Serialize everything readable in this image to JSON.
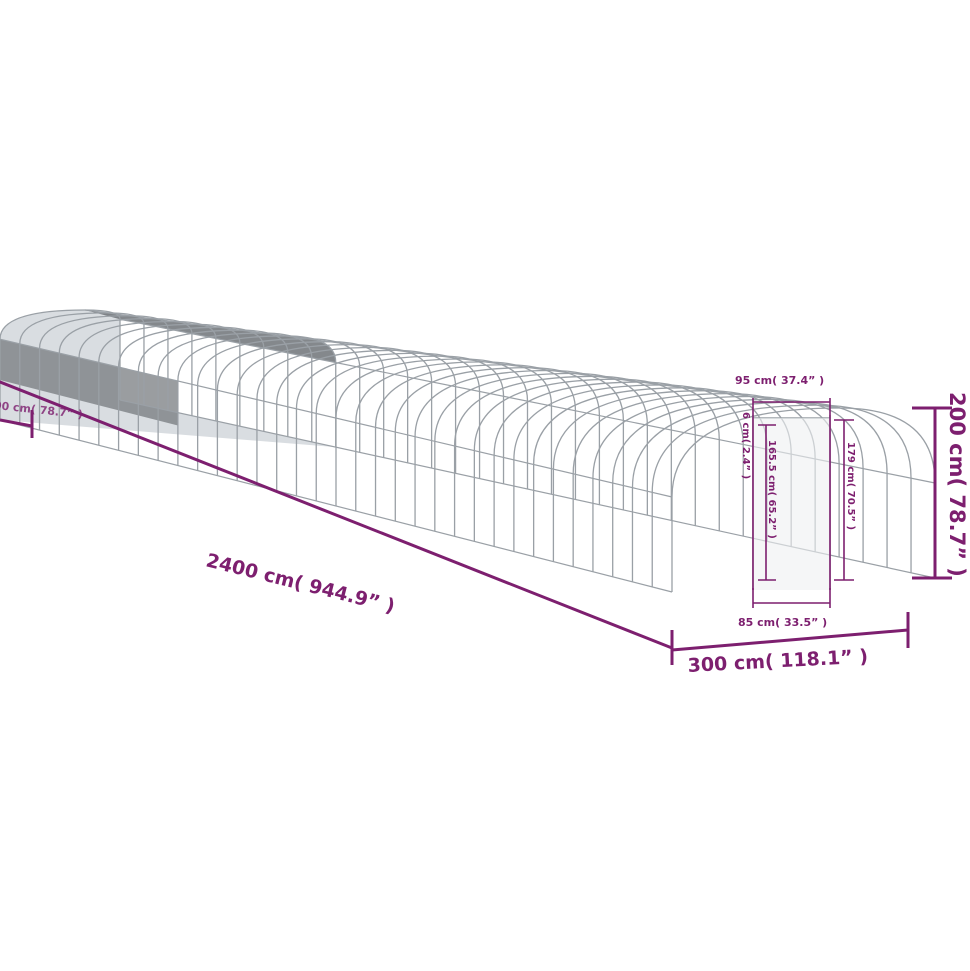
{
  "colors": {
    "dimension": "#7d1f6f",
    "frame": "#9aa0a6",
    "cover": "#6f7378",
    "cover_light": "#d9dde1"
  },
  "dimensions": {
    "length": "2400 cm( 944.9” )",
    "width": "300 cm( 118.1” )",
    "height": "200 cm( 78.7” )",
    "cover_height": "200 cm( 78.7” )",
    "door_top_width": "95 cm( 37.4” )",
    "door_bottom_width": "85 cm( 33.5” )",
    "door_frame": "6 cm( 2.4” )",
    "door_height": "165.5 cm( 65.2” )",
    "door_frame_height": "179 cm( 70.5” )"
  }
}
